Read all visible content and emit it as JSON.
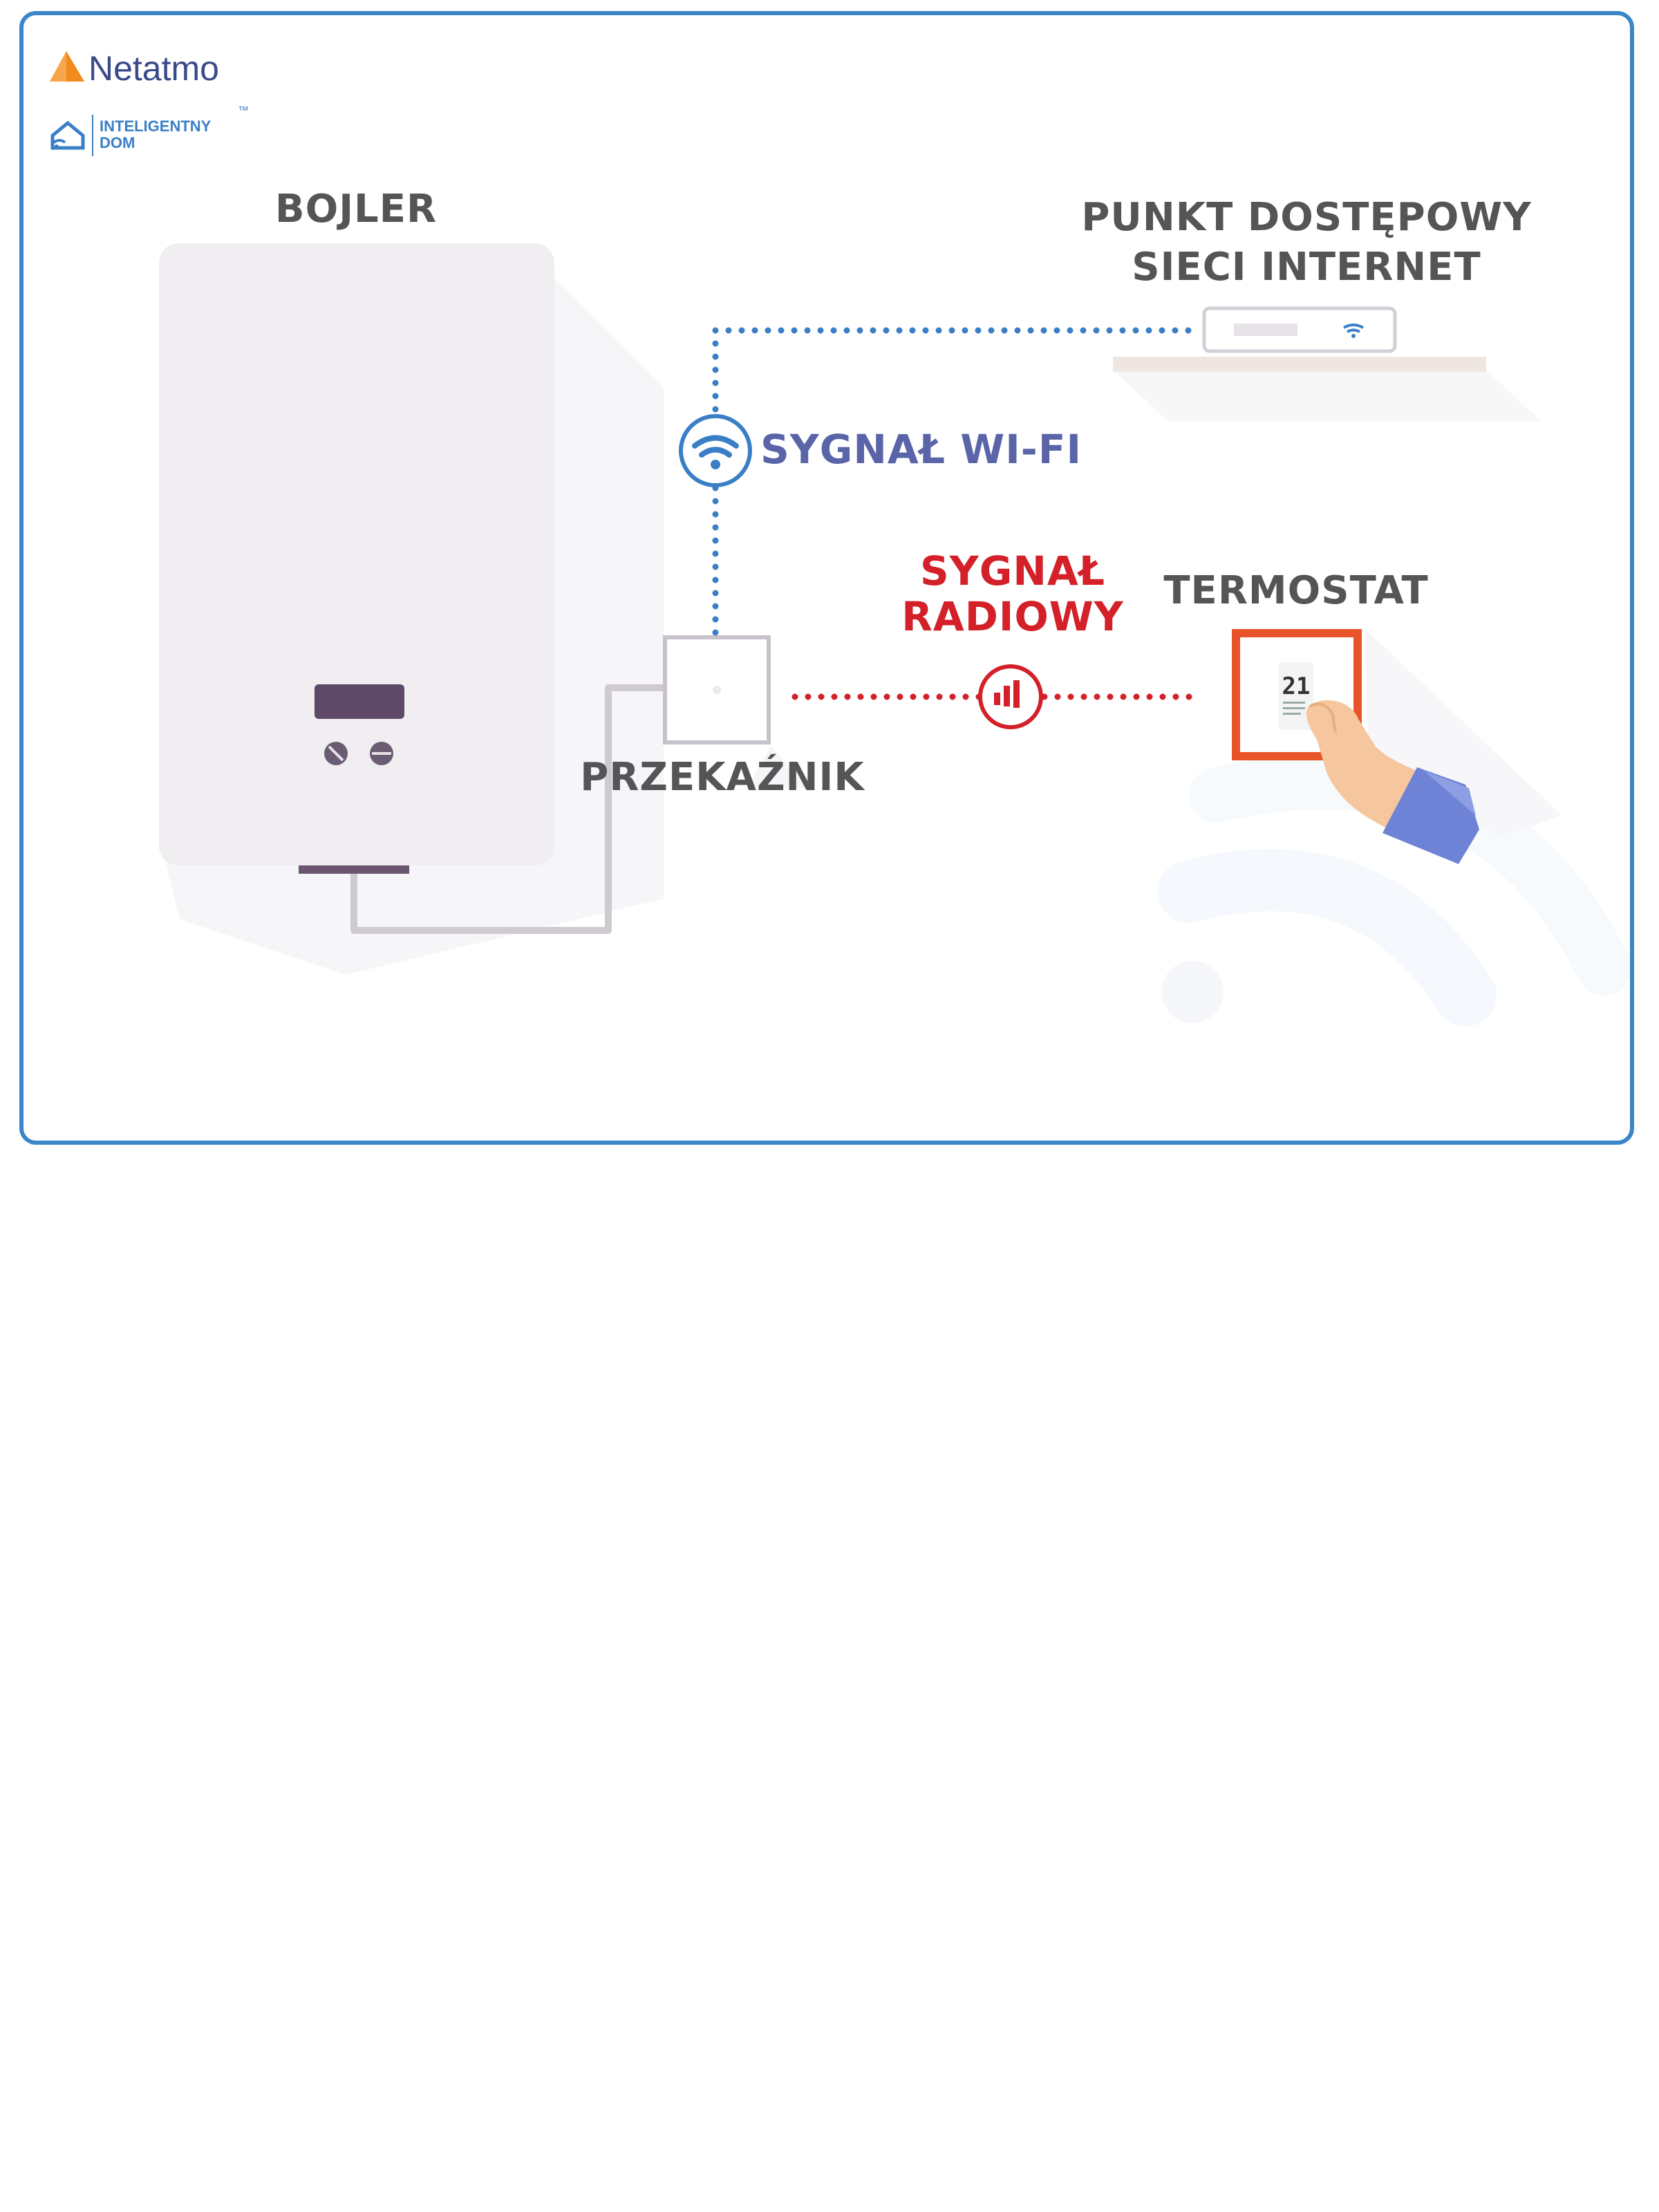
{
  "brand": {
    "name": "Netatmo",
    "sub_line1": "INTELIGENTNY",
    "sub_line2": "DOM",
    "tm": "™"
  },
  "labels": {
    "boiler": "BOJLER",
    "access_point_line1": "PUNKT DOSTĘPOWY",
    "access_point_line2": "SIECI INTERNET",
    "wifi_signal": "SYGNAŁ WI-FI",
    "radio_signal_line1": "SYGNAŁ",
    "radio_signal_line2": "RADIOWY",
    "thermostat": "TERMOSTAT",
    "relay": "PRZEKAŹNIK"
  },
  "thermostat_display": "21",
  "icons": [
    "house-logo-icon",
    "smart-home-icon",
    "wifi-icon",
    "radio-signal-icon",
    "hand-icon",
    "router-wifi-icon"
  ],
  "colors": {
    "frame": "#3a86c8",
    "wifi_blue": "#3a7fc6",
    "wifi_text": "#5a64a8",
    "radio_red": "#d32029",
    "thermostat_orange": "#e8532a",
    "boiler_body": "#f1eef2",
    "boiler_display": "#5e4a66",
    "netatmo_orange": "#f28a1e",
    "netatmo_text": "#3a4a8a"
  }
}
